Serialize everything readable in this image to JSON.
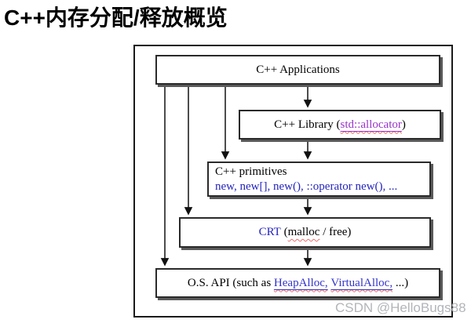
{
  "page": {
    "title": "C++内存分配/释放概览",
    "watermark": "CSDN @HelloBugs88"
  },
  "diagram": {
    "boxes": {
      "applications": {
        "label": "C++ Applications"
      },
      "library": {
        "prefix": "C++ Library (",
        "link": "std::allocator",
        "suffix": ")"
      },
      "primitives": {
        "title": "C++ primitives",
        "detail": "new, new[], new(), ::operator new(), ..."
      },
      "crt": {
        "name": "CRT",
        "open": " (",
        "malloc": "malloc",
        "rest": " / free)"
      },
      "os_api": {
        "prefix": "O.S. API (such as ",
        "link1": "HeapAlloc,",
        "sep": " ",
        "link2": "VirtualAlloc,",
        "suffix": " ...)"
      }
    },
    "colors": {
      "code_blue": "#2323bf",
      "link_blue": "#3333cc",
      "link_purple": "#9933cc",
      "squiggle_red": "#ef6b6b",
      "box_border": "#2a2a2a",
      "box_shadow": "#5a5a5a",
      "watermark_gray": "#b2b5b9"
    }
  }
}
